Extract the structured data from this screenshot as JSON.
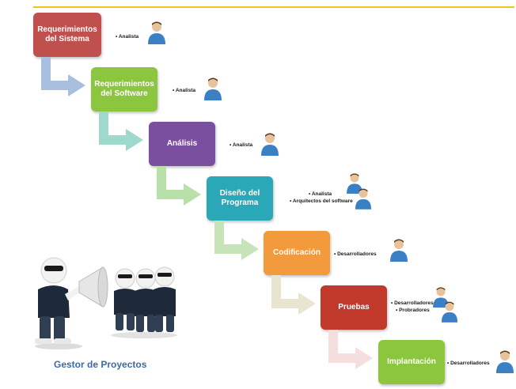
{
  "stages": [
    {
      "title": [
        "Requerimientos",
        "del Sistema"
      ],
      "color": "#c0504d",
      "roles": [
        "Analista"
      ]
    },
    {
      "title": [
        "Requerimientos",
        "del Software"
      ],
      "color": "#8cc63f",
      "roles": [
        "Analista"
      ]
    },
    {
      "title": [
        "Análisis"
      ],
      "color": "#7b4fa0",
      "roles": [
        "Analista"
      ]
    },
    {
      "title": [
        "Diseño del",
        "Programa"
      ],
      "color": "#2aa8b8",
      "roles": [
        "Analista",
        "Arquitectos del software"
      ]
    },
    {
      "title": [
        "Codificación"
      ],
      "color": "#f29a3c",
      "roles": [
        "Desarrolladores"
      ]
    },
    {
      "title": [
        "Pruebas"
      ],
      "color": "#c0392b",
      "roles": [
        "Desarrolladores",
        "Probradores"
      ]
    },
    {
      "title": [
        "Implantación"
      ],
      "color": "#8cc63f",
      "roles": [
        "Desarrolladores"
      ]
    }
  ],
  "arrow_colors": [
    "#a9bfe0",
    "#9fd8cc",
    "#b8e0a8",
    "#c6e4b8",
    "#e9e4d0",
    "#f5dede"
  ],
  "caption": "Gestor de Proyectos",
  "icons": {
    "person": "user-icon",
    "manager": "manager-megaphone-icon",
    "team": "team-icon"
  }
}
